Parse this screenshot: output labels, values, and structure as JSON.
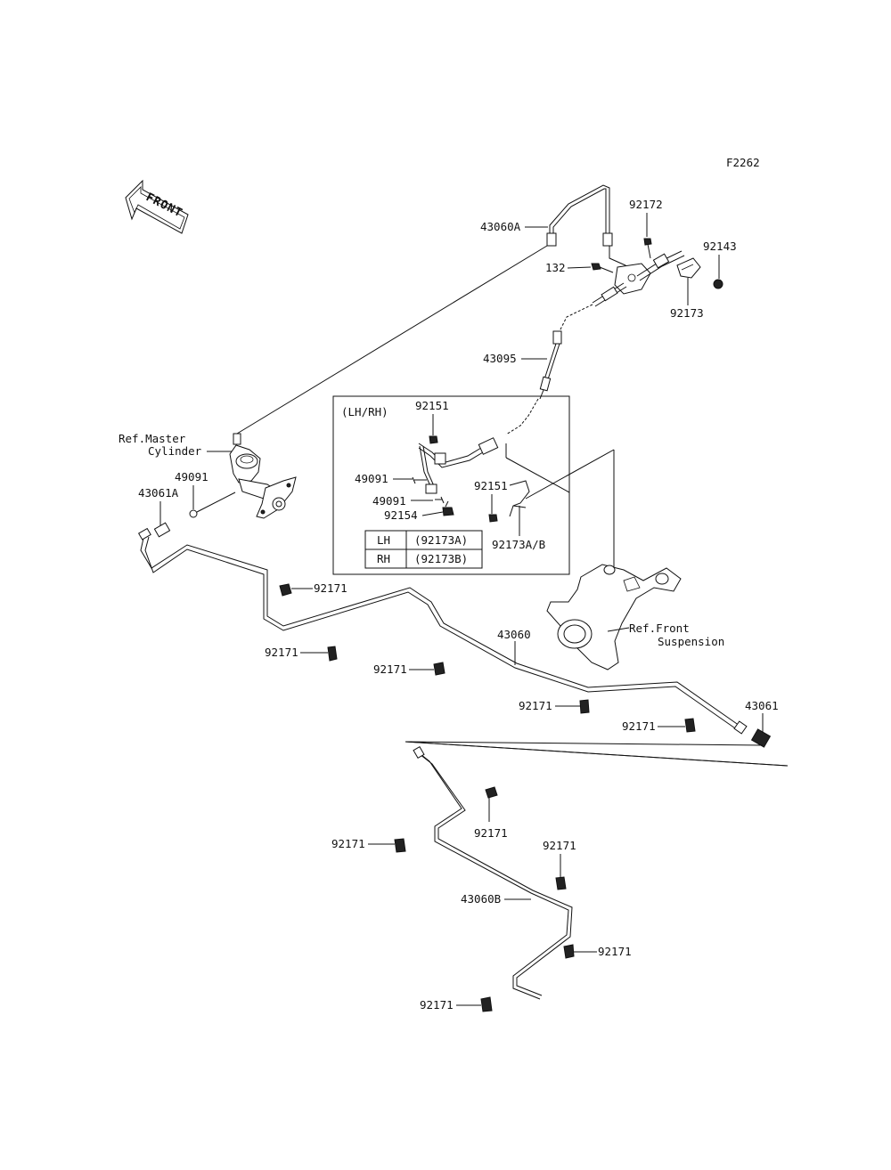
{
  "figure_code": "F2262",
  "front_arrow": "FRONT",
  "labels": {
    "p43060A": "43060A",
    "p92172": "92172",
    "p92143": "92143",
    "p132": "132",
    "p92173": "92173",
    "p43095": "43095",
    "lh_rh": "(LH/RH)",
    "p92151_a": "92151",
    "p49091_a": "49091",
    "p49091_b": "49091",
    "p92154": "92154",
    "p92151_b": "92151",
    "p92173AB": "92173A/B",
    "ref_master_1": "Ref.Master",
    "ref_master_2": "Cylinder",
    "p49091_c": "49091",
    "p43061A": "43061A",
    "p92171_1": "92171",
    "p92171_2": "92171",
    "p92171_3": "92171",
    "p43060": "43060",
    "ref_front_1": "Ref.Front",
    "ref_front_2": "Suspension",
    "p92171_4": "92171",
    "p92171_5": "92171",
    "p43061": "43061",
    "p92171_6": "92171",
    "p92171_7": "92171",
    "p92171_8": "92171",
    "p43060B": "43060B",
    "p92171_9": "92171",
    "p92171_10": "92171"
  },
  "variant_table": {
    "rows": [
      {
        "side": "LH",
        "part": "(92173A)"
      },
      {
        "side": "RH",
        "part": "(92173B)"
      }
    ]
  },
  "icons": [
    "front-arrow-icon"
  ]
}
